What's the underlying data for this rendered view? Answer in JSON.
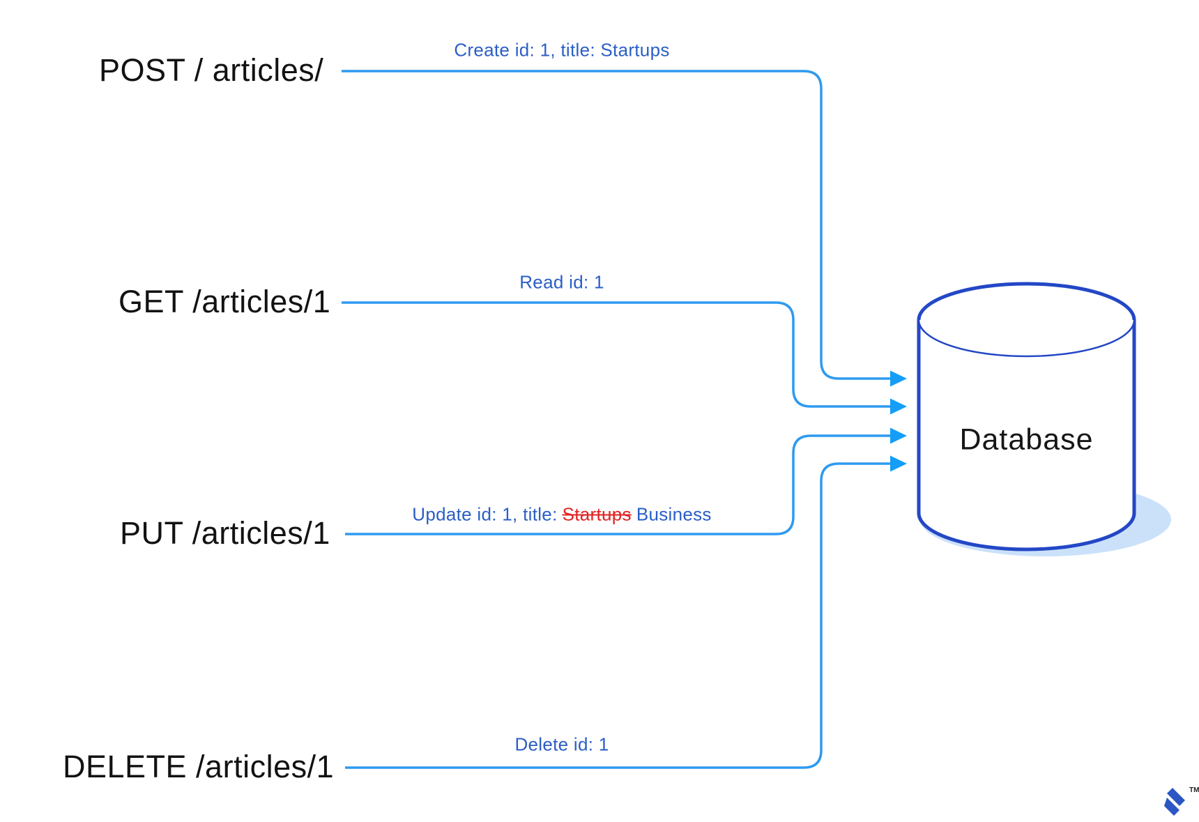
{
  "rows": [
    {
      "method": "POST / articles/",
      "caption": "Create id: 1, title: Startups"
    },
    {
      "method": "GET /articles/1",
      "caption": "Read id: 1"
    },
    {
      "method": "PUT /articles/1",
      "caption_before": "Update id: 1, title:",
      "caption_removed": "Startups",
      "caption_after": "Business"
    },
    {
      "method": "DELETE /articles/1",
      "caption": "Delete id: 1"
    }
  ],
  "database": {
    "label": "Database"
  },
  "branding": {
    "trademark": "TM"
  },
  "colors": {
    "connector_line": "#2e9af0",
    "arrowhead": "#149ef7",
    "caption_blue": "#2b5ec6",
    "strike_red": "#e02424",
    "label_black": "#121212",
    "cylinder_stroke": "#2347c6",
    "cylinder_shadow": "#cbe1fa",
    "logo_blue": "#2b56c4"
  }
}
